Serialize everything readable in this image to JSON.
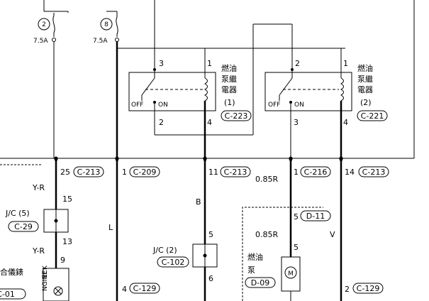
{
  "fuses": [
    {
      "number": "2",
      "rating": "7.5A"
    },
    {
      "number": "8",
      "rating": "7.5A"
    }
  ],
  "relays": [
    {
      "name_lines": [
        "燃油",
        "泵繼",
        "電器",
        "(1)"
      ],
      "connector": "C-223",
      "pins": {
        "top_left": "3",
        "top_right": "1",
        "bottom_left": "2",
        "bottom_right": "4"
      },
      "off_label": "OFF",
      "on_label": "ON"
    },
    {
      "name_lines": [
        "燃油",
        "泵繼",
        "電器",
        "(2)"
      ],
      "connector": "C-221",
      "pins": {
        "top_left": "2",
        "top_right": "1",
        "bottom_left": "3",
        "bottom_right": "4"
      },
      "off_label": "OFF",
      "on_label": "ON"
    }
  ],
  "wires": {
    "w1": {
      "pin": "25",
      "connector": "C-213",
      "color": "Y-R"
    },
    "w2": {
      "pin": "1",
      "connector": "C-209",
      "color": "L",
      "bottom_pin": "4",
      "bottom_connector": "C-129"
    },
    "w3": {
      "pin": "11",
      "connector": "C-213",
      "color": "B"
    },
    "w4": {
      "size": "0.85R",
      "pin": "1",
      "connector": "C-216"
    },
    "w5": {
      "pin": "14",
      "connector": "C-213",
      "color": "V",
      "bottom_pin": "2",
      "bottom_connector": "C-129"
    }
  },
  "jc5": {
    "label": "J/C (5)",
    "connector": "C-29",
    "top_pin": "15",
    "bottom_pin": "13",
    "color_below": "Y-R",
    "next_pin": "9"
  },
  "jc2": {
    "label": "J/C (2)",
    "connector": "C-102",
    "top_pin": "5",
    "bottom_pin": "6"
  },
  "d11": {
    "pin": "5",
    "connector": "D-11",
    "size": "0.85R",
    "pin2": "5"
  },
  "fuel_pump": {
    "name_lines": [
      "燃油",
      "泵"
    ],
    "connector": "D-09",
    "symbol": "M"
  },
  "meter": {
    "text": "合儀錶",
    "connector": "C-01",
    "small_text": [
      "ECK",
      "NGINE"
    ]
  }
}
